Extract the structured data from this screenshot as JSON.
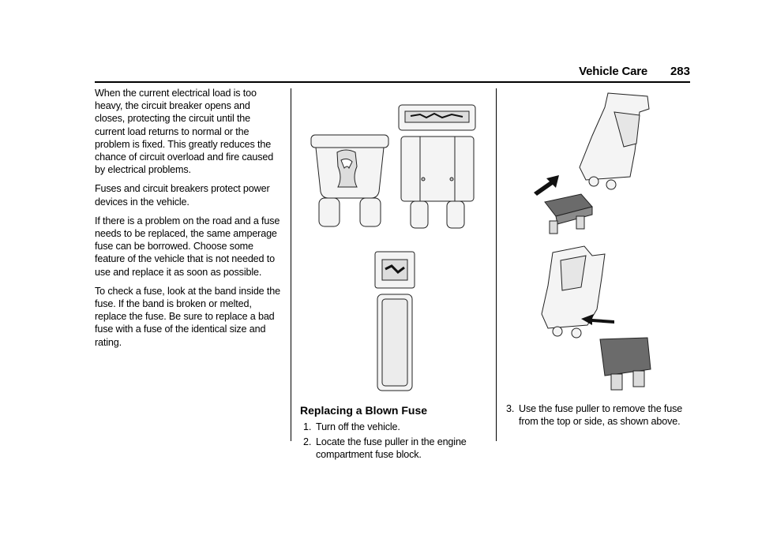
{
  "header": {
    "title": "Vehicle Care",
    "page_number": "283"
  },
  "left_column": {
    "paragraphs": [
      "When the current electrical load is too heavy, the circuit breaker opens and closes, protecting the circuit until the current load returns to normal or the problem is fixed. This greatly reduces the chance of circuit overload and fire caused by electrical problems.",
      "Fuses and circuit breakers protect power devices in the vehicle.",
      "If there is a problem on the road and a fuse needs to be replaced, the same amperage fuse can be borrowed. Choose some feature of the vehicle that is not needed to use and replace it as soon as possible.",
      "To check a fuse, look at the band inside the fuse. If the band is broken or melted, replace the fuse. Be sure to replace a bad fuse with a fuse of the identical size and rating."
    ]
  },
  "middle_column": {
    "section_heading": "Replacing a Blown Fuse",
    "steps": [
      {
        "num": "1.",
        "text": "Turn off the vehicle."
      },
      {
        "num": "2.",
        "text": "Locate the fuse puller in the engine compartment fuse block."
      }
    ]
  },
  "right_column": {
    "steps": [
      {
        "num": "3.",
        "text": "Use the fuse puller to remove the fuse from the top or side, as shown above."
      }
    ]
  },
  "colors": {
    "fuse_fill": "#f4f4f4",
    "fuse_stroke": "#222222",
    "dark_fuse": "#6b6b6b",
    "arrow": "#111111"
  }
}
